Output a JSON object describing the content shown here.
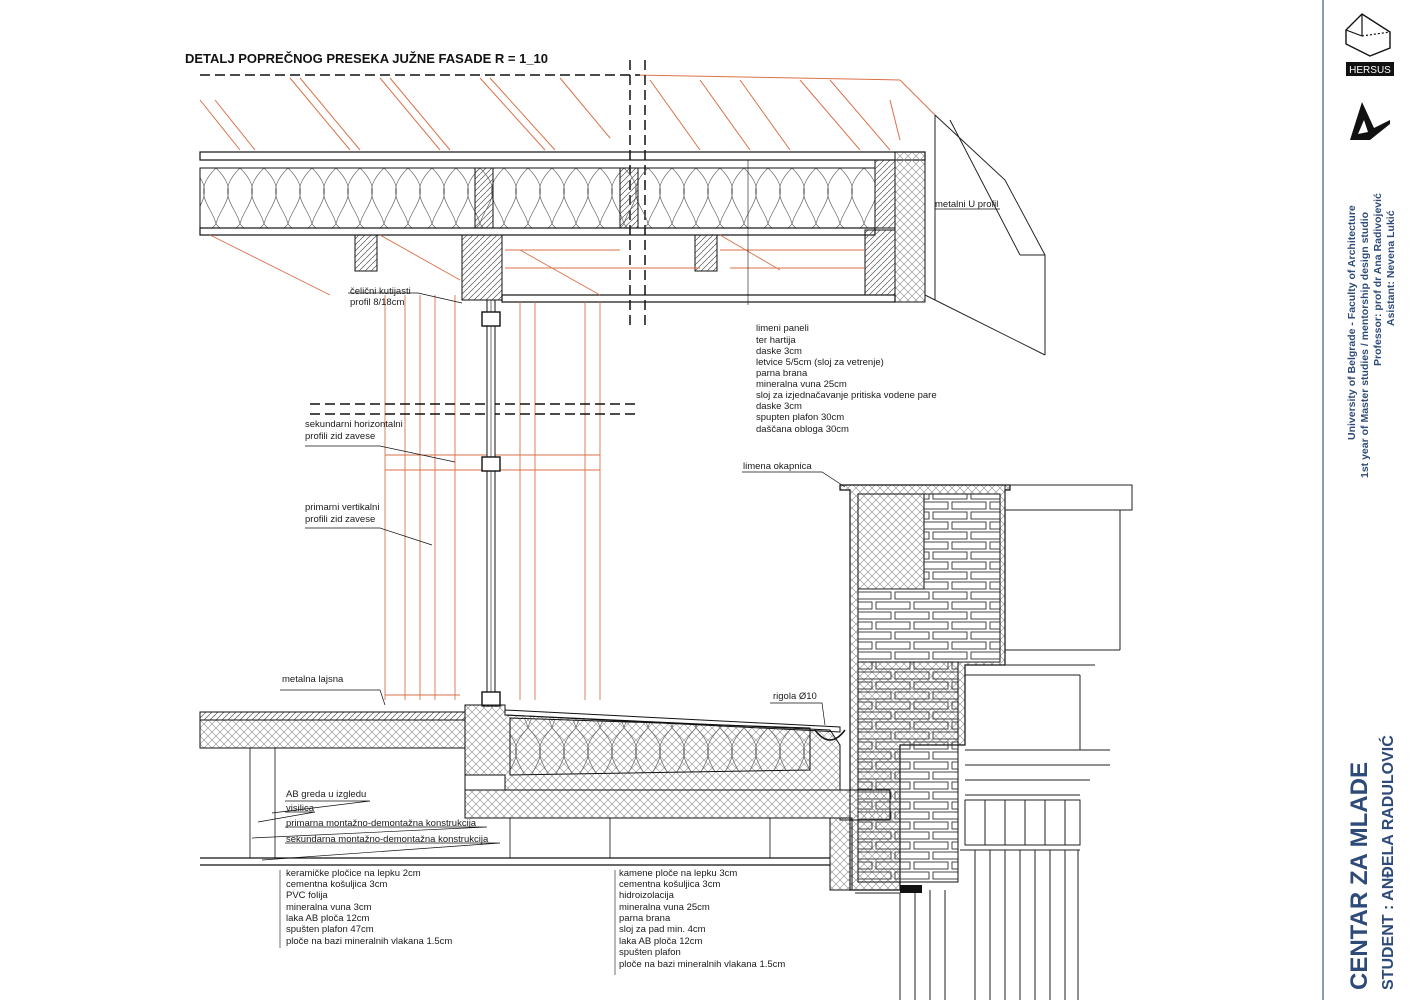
{
  "drawing": {
    "title": "DETALJ POPREČNOG PRESEKA JUŽNE FASADE  R = 1_10"
  },
  "labels": {
    "metal_u_profile": "metalni U profil",
    "steel_box_profile_line1": "čelični kutijasti",
    "steel_box_profile_line2": "profil 8/18cm",
    "secondary_horizontal_line1": "sekundarni horizontalni",
    "secondary_horizontal_line2": "profili zid zavese",
    "primary_vertical_line1": "primarni vertikalni",
    "primary_vertical_line2": "profili zid zavese",
    "metal_strip": "metalna lajsna",
    "drip_edge": "limena okapnica",
    "gutter": "rigola Ø10",
    "beam_in_view": "AB greda u izgledu",
    "hanger": "visilica",
    "primary_mounting": "primarna montažno-demontažna konstrukcija",
    "secondary_mounting": "sekundarna montažno-demontažna konstrukcija"
  },
  "roof_layers": [
    "limeni paneli",
    "ter hartija",
    "daske 3cm",
    "letvice 5/5cm (sloj za vetrenje)",
    "parna brana",
    "mineralna vuna 25cm",
    "sloj za izjednačavanje pritiska vodene pare",
    "daske 3cm",
    "spupten plafon 30cm",
    "daščana obloga 30cm"
  ],
  "floor_layers_left": [
    "keramičke pločice na lepku 2cm",
    "cementna košuljica 3cm",
    "PVC folija",
    "mineralna vuna 3cm",
    "laka AB ploča 12cm",
    "spušten plafon 47cm",
    "ploče na bazi mineralnih vlakana 1.5cm"
  ],
  "floor_layers_right": [
    "kamene ploče na lepku 3cm",
    "cementna košuljica 3cm",
    "hidroizolacija",
    "mineralna vuna 25cm",
    "parna brana",
    "sloj za pad min. 4cm",
    "laka AB ploča 12cm",
    "spušten plafon",
    "ploče na bazi mineralnih vlakana 1.5cm"
  ],
  "sidebar": {
    "logo_text": "HERSUS",
    "university": "University of Belgrade - Faculty of Architecture",
    "studio": "1st year of Master studies / mentorship design studio",
    "professor": "Professor: prof dr Ana Radivojević",
    "assistant": "Asistant: Nevena Lukić",
    "project": "CENTAR ZA MLADE",
    "student": "STUDENT : ANĐELA RADULOVIĆ"
  },
  "colors": {
    "line": "#1a1a1a",
    "orange_lines": "#d9724a",
    "hatch": "#7a7a7a",
    "sidebar_text": "#2d4a78"
  }
}
